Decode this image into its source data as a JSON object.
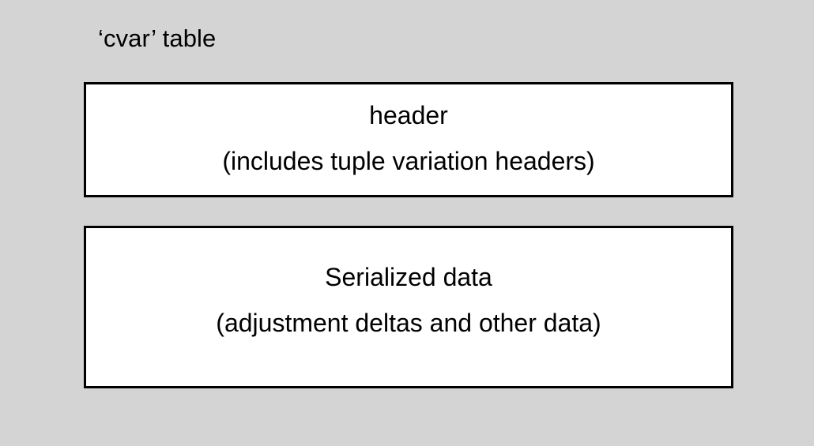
{
  "diagram": {
    "title": "‘cvar’ table",
    "background_color": "#d4d4d4",
    "block_fill_color": "#ffffff",
    "block_border_color": "#000000",
    "text_color": "#000000",
    "blocks": [
      {
        "id": "header-block",
        "line1": "header",
        "line2": "(includes tuple variation headers)"
      },
      {
        "id": "data-block",
        "line1": "Serialized data",
        "line2": "(adjustment deltas and other data)"
      }
    ]
  }
}
